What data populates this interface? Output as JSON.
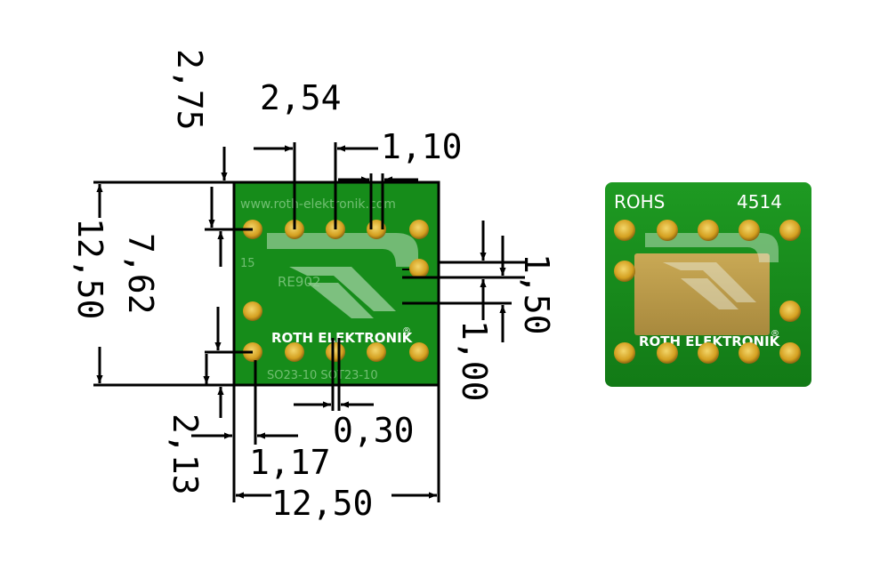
{
  "drawing": {
    "dimensions": {
      "pin_pitch": "2,54",
      "top_offset": "2,75",
      "pad_width": "1,10",
      "board_height": "12,50",
      "row_spacing": "7,62",
      "small_pad_pitch": "1,50",
      "small_pad_size": "1,00",
      "slot_width": "0,30",
      "edge_offset": "2,13",
      "pad_offset": "1,17",
      "board_width": "12,50"
    },
    "pcb_silkscreen": {
      "url": "www.roth-elektronik.com",
      "brand": "ROTH ELEKTRONIK",
      "registered_mark": "®",
      "part_no": "RE902",
      "left_mark": "15",
      "bottom_text": "SO23-10 SOT23-10"
    }
  },
  "photo": {
    "rohs_label": "ROHS",
    "date_code": "4514",
    "brand": "ROTH ELEKTRONIK",
    "registered_mark": "®"
  },
  "colors": {
    "pcb_green": "#168c1a",
    "pad_gold": "#d4a020",
    "ink": "#000000"
  }
}
